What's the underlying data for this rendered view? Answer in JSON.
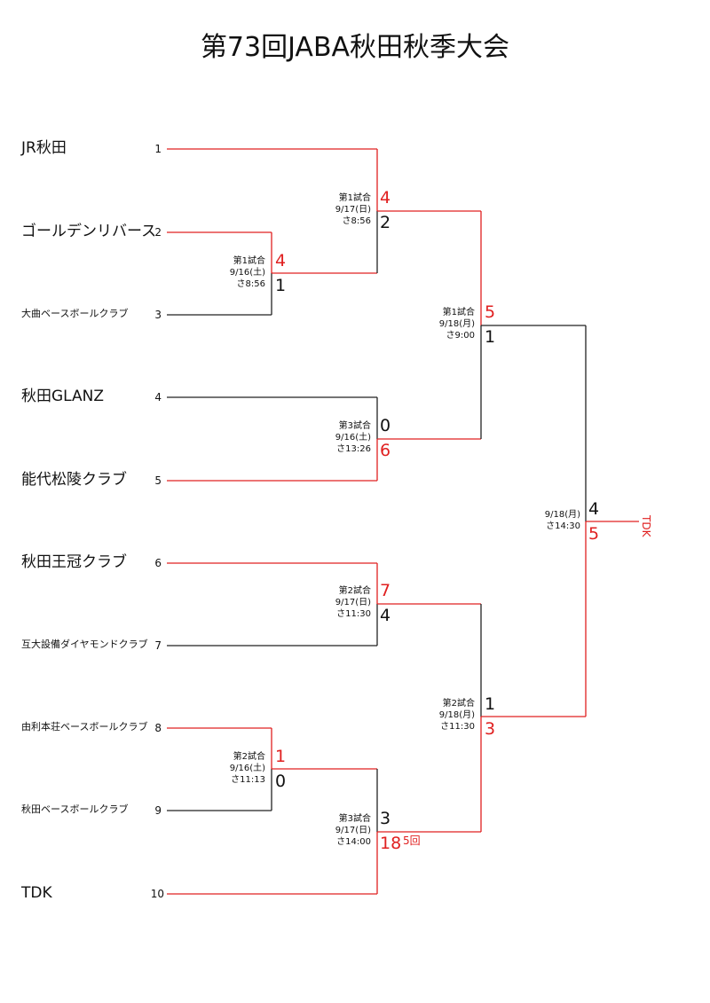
{
  "title": "第73回JABA秋田秋季大会",
  "colors": {
    "win": "#e02020",
    "line": "#222222"
  },
  "teams": [
    {
      "seed": "1",
      "name": "JR秋田"
    },
    {
      "seed": "2",
      "name": "ゴールデンリバース"
    },
    {
      "seed": "3",
      "name": "大曲ベースボールクラブ"
    },
    {
      "seed": "4",
      "name": "秋田GLANZ"
    },
    {
      "seed": "5",
      "name": "能代松陵クラブ"
    },
    {
      "seed": "6",
      "name": "秋田王冠クラブ"
    },
    {
      "seed": "7",
      "name": "互大設備ダイヤモンドクラブ"
    },
    {
      "seed": "8",
      "name": "由利本荘ベースボールクラブ"
    },
    {
      "seed": "9",
      "name": "秋田ベースボールクラブ"
    },
    {
      "seed": "10",
      "name": "TDK"
    }
  ],
  "matches": {
    "r1a": {
      "label": "第1試合",
      "date": "9/16(土)",
      "time": "さ8:56",
      "top": "4",
      "bottom": "1"
    },
    "r1b": {
      "label": "第2試合",
      "date": "9/16(土)",
      "time": "さ11:13",
      "top": "1",
      "bottom": "0"
    },
    "qfa": {
      "label": "第1試合",
      "date": "9/17(日)",
      "time": "さ8:56",
      "top": "4",
      "bottom": "2"
    },
    "qfb": {
      "label": "第3試合",
      "date": "9/16(土)",
      "time": "さ13:26",
      "top": "0",
      "bottom": "6"
    },
    "qfc": {
      "label": "第2試合",
      "date": "9/17(日)",
      "time": "さ11:30",
      "top": "7",
      "bottom": "4"
    },
    "qfd": {
      "label": "第3試合",
      "date": "9/17(日)",
      "time": "さ14:00",
      "top": "3",
      "bottom": "18",
      "note": "5回"
    },
    "sfa": {
      "label": "第1試合",
      "date": "9/18(月)",
      "time": "さ9:00",
      "top": "5",
      "bottom": "1"
    },
    "sfb": {
      "label": "第2試合",
      "date": "9/18(月)",
      "time": "さ11:30",
      "top": "1",
      "bottom": "3"
    },
    "final": {
      "date": "9/18(月)",
      "time": "さ14:30",
      "top": "4",
      "bottom": "5"
    }
  },
  "champion": "TDK"
}
